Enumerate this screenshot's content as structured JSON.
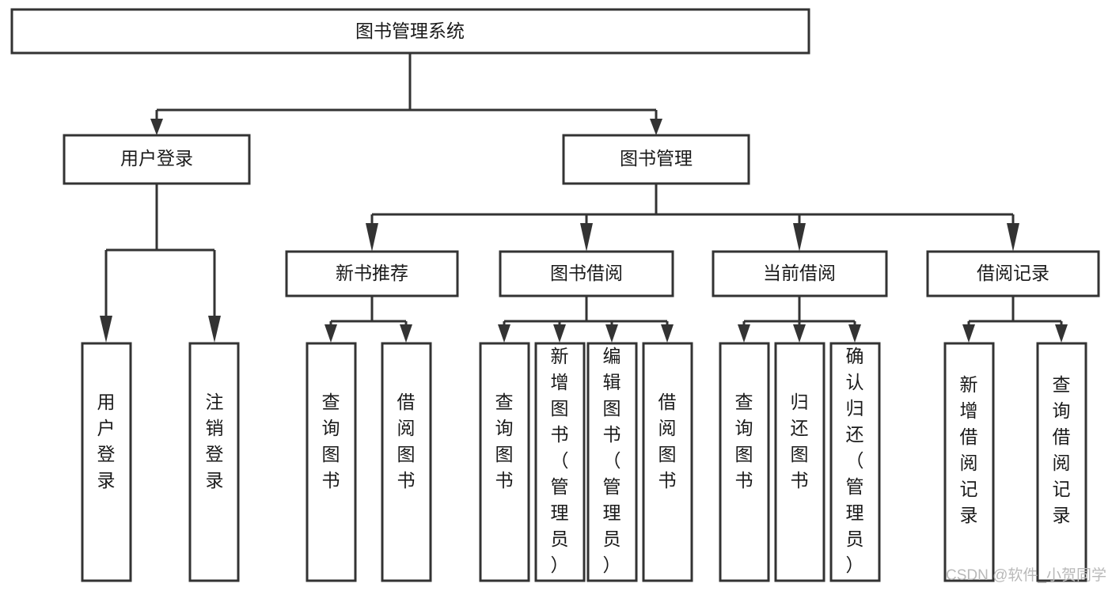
{
  "diagram": {
    "type": "hierarchy-tree",
    "title": "图书管理系统",
    "orientation": "top-down",
    "levels": 4,
    "root": {
      "id": "root",
      "label": "图书管理系统"
    },
    "level2": [
      {
        "id": "user-login",
        "label": "用户登录"
      },
      {
        "id": "book-manage",
        "label": "图书管理"
      }
    ],
    "level3": [
      {
        "id": "new-book-recommend",
        "label": "新书推荐",
        "parent": "book-manage"
      },
      {
        "id": "book-borrow",
        "label": "图书借阅",
        "parent": "book-manage"
      },
      {
        "id": "current-borrow",
        "label": "当前借阅",
        "parent": "book-manage"
      },
      {
        "id": "borrow-record",
        "label": "借阅记录",
        "parent": "book-manage"
      }
    ],
    "leaves": [
      {
        "id": "leaf-user-login",
        "label": "用户登录",
        "parent": "user-login"
      },
      {
        "id": "leaf-logout-login",
        "label": "注销登录",
        "parent": "user-login"
      },
      {
        "id": "leaf-query-book-1",
        "label": "查询图书",
        "parent": "new-book-recommend"
      },
      {
        "id": "leaf-borrow-book-1",
        "label": "借阅图书",
        "parent": "new-book-recommend"
      },
      {
        "id": "leaf-query-book-2",
        "label": "查询图书",
        "parent": "book-borrow"
      },
      {
        "id": "leaf-add-book",
        "label": "新增图书（管理员）",
        "parent": "book-borrow"
      },
      {
        "id": "leaf-edit-book",
        "label": "编辑图书（管理员）",
        "parent": "book-borrow"
      },
      {
        "id": "leaf-borrow-book-2",
        "label": "借阅图书",
        "parent": "book-borrow"
      },
      {
        "id": "leaf-query-book-3",
        "label": "查询图书",
        "parent": "current-borrow"
      },
      {
        "id": "leaf-return-book",
        "label": "归还图书",
        "parent": "current-borrow"
      },
      {
        "id": "leaf-confirm-return",
        "label": "确认归还（管理员）",
        "parent": "current-borrow"
      },
      {
        "id": "leaf-add-record",
        "label": "新增借阅记录",
        "parent": "borrow-record"
      },
      {
        "id": "leaf-query-record",
        "label": "查询借阅记录",
        "parent": "borrow-record"
      }
    ],
    "colors": {
      "box_fill": "#ffffff",
      "box_stroke": "#333333",
      "text": "#1a1a1a",
      "background": "#ffffff",
      "watermark": "#b9b9b9"
    }
  },
  "watermark": {
    "text": "CSDN @软件_小贺同学"
  }
}
